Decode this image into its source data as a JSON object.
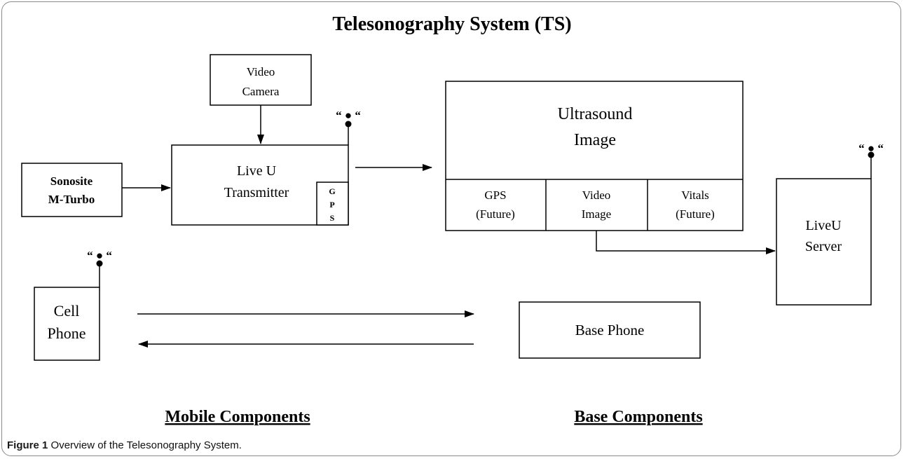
{
  "title": "Telesonography System (TS)",
  "boxes": {
    "video_camera": [
      "Video",
      "Camera"
    ],
    "sonosite": [
      "Sonosite",
      "M-Turbo"
    ],
    "liveu_transmitter": [
      "Live U",
      "Transmitter"
    ],
    "gps_tag": [
      "G",
      "P",
      "S"
    ],
    "ultrasound_image": [
      "Ultrasound",
      "Image"
    ],
    "gps_future": [
      "GPS",
      "(Future)"
    ],
    "video_image": [
      "Video",
      "Image"
    ],
    "vitals_future": [
      "Vitals",
      "(Future)"
    ],
    "liveu_server": [
      "LiveU",
      "Server"
    ],
    "cell_phone": [
      "Cell",
      "Phone"
    ],
    "base_phone": "Base Phone"
  },
  "antenna_marks": "“ ●  “",
  "sections": {
    "mobile": "Mobile Components",
    "base": "Base Components"
  },
  "caption": {
    "label": "Figure 1",
    "text": " Overview of the Telesonography System."
  }
}
